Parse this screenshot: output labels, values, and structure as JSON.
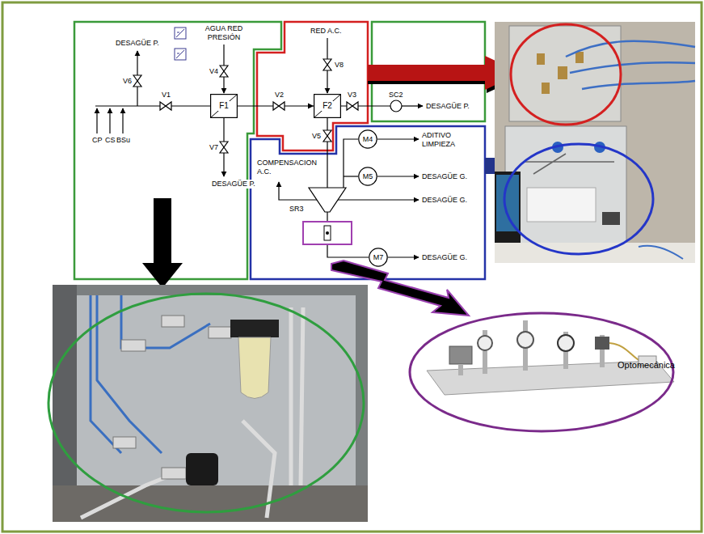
{
  "diagram": {
    "nodes": [
      {
        "text": [
          "F1"
        ]
      },
      {
        "text": [
          "F2"
        ]
      },
      {
        "text": [
          "M4"
        ]
      },
      {
        "text": [
          "M5"
        ]
      },
      {
        "text": [
          "M7"
        ]
      },
      {
        "text": [
          "Optomecánica"
        ]
      }
    ],
    "edges": [
      {
        "from": 0,
        "to": 1,
        "arrow": "to"
      }
    ],
    "labels": [
      "DESAGÜE P.",
      "V6",
      "V1",
      "CP",
      "CS",
      "BSu",
      "AGUA RED PRESIÓN",
      "V4",
      "V7",
      "DESAGÜE P.",
      "RED A.C.",
      "V8",
      "V2",
      "V3",
      "SC2",
      "DESAGÜE P.",
      "V5",
      "ADITIVO LIMPIEZA",
      "COMPENSACION A.C.",
      "DESAGÜE G.",
      "SR3",
      "DESAGÜE G.",
      "DESAGÜE G."
    ]
  }
}
